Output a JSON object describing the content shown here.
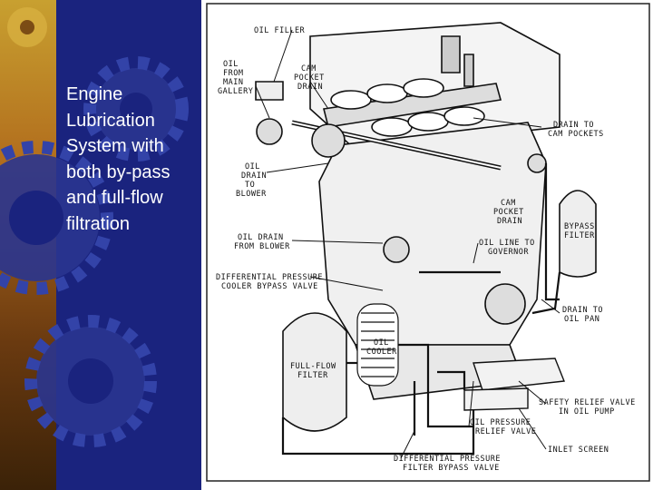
{
  "slide": {
    "title": "Engine\nLubrication\nSystem with\nboth by-pass\nand full-flow\nfiltration"
  },
  "diagram": {
    "labels": {
      "oil_filler": "OIL FILLER",
      "oil_from_main_gallery": [
        "OIL",
        "FROM",
        "MAIN",
        "GALLERY"
      ],
      "cam_pocket_drain_top": [
        "CAM",
        "POCKET",
        "DRAIN"
      ],
      "drain_to_cam_pockets": [
        "DRAIN TO",
        "CAM POCKETS"
      ],
      "oil_drain_to_blower": [
        "OIL",
        "DRAIN",
        "TO",
        "BLOWER"
      ],
      "cam_pocket_drain_mid": [
        "CAM",
        "POCKET",
        "DRAIN"
      ],
      "bypass_filter": [
        "BYPASS",
        "FILTER"
      ],
      "oil_drain_from_blower": [
        "OIL DRAIN",
        "FROM BLOWER"
      ],
      "oil_line_to_governor": [
        "OIL LINE TO",
        "GOVERNOR"
      ],
      "diff_pressure_cooler": [
        "DIFFERENTIAL PRESSURE",
        "COOLER BYPASS VALVE"
      ],
      "drain_to_oil_pan": [
        "DRAIN TO",
        "OIL PAN"
      ],
      "oil_cooler": [
        "OIL",
        "COOLER"
      ],
      "full_flow_filter": [
        "FULL-FLOW",
        "FILTER"
      ],
      "safety_relief_valve": [
        "SAFETY RELIEF VALVE",
        "IN OIL PUMP"
      ],
      "oil_pressure_relief_valve": [
        "OIL PRESSURE",
        "RELIEF VALVE"
      ],
      "inlet_screen": "INLET SCREEN",
      "diff_pressure_filter": [
        "DIFFERENTIAL PRESSURE",
        "FILTER BYPASS VALVE"
      ]
    }
  }
}
